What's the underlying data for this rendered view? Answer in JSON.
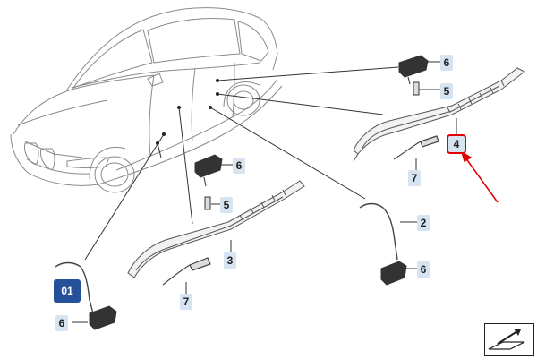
{
  "diagram": {
    "callouts": {
      "c6_top": "6",
      "c5_top": "5",
      "c4": "4",
      "c7_right": "7",
      "c6_mid": "6",
      "c5_mid": "5",
      "c2": "2",
      "c3": "3",
      "c6_bottom_right": "6",
      "c7_bottom": "7",
      "c01": "01",
      "c6_bottom_left": "6"
    },
    "highlight_color": "#e00000",
    "callout_bg": "#d6e3f1",
    "group_badge_bg": "#27509b"
  }
}
